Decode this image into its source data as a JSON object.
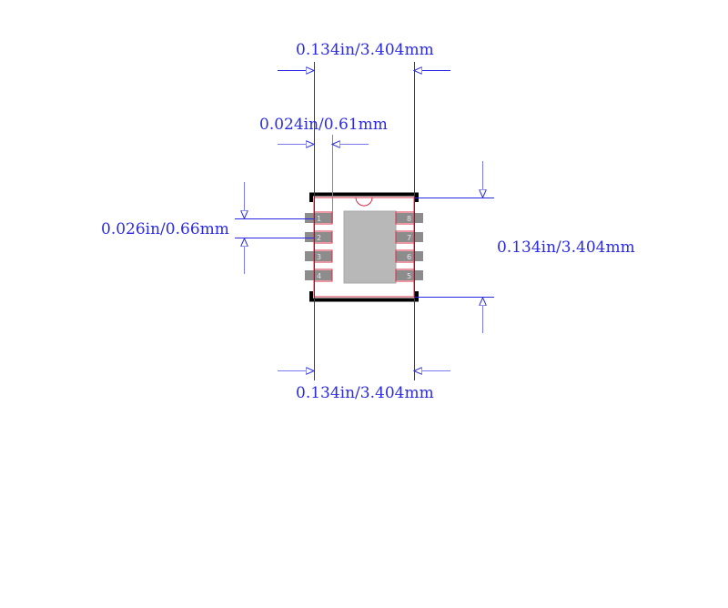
{
  "diagram": {
    "type": "ic-footprint-dimensions",
    "package": "8-pin DFN/SON with exposed thermal pad",
    "colors": {
      "dimension": "#2a2ae6",
      "dimension_light": "#7a7af0",
      "outline": "#d4304a",
      "silkscreen": "#000000",
      "pad": "#8c8c8c",
      "thermal_pad": "#b8b8b8",
      "background": "#ffffff"
    },
    "dimensions": {
      "top_width": "0.134in/3.404mm",
      "pad_width": "0.024in/0.61mm",
      "pitch": "0.026in/0.66mm",
      "right_height": "0.134in/3.404mm",
      "bottom_width": "0.134in/3.404mm"
    },
    "pins": {
      "left": [
        "1",
        "2",
        "3",
        "4"
      ],
      "right": [
        "8",
        "7",
        "6",
        "5"
      ]
    }
  }
}
